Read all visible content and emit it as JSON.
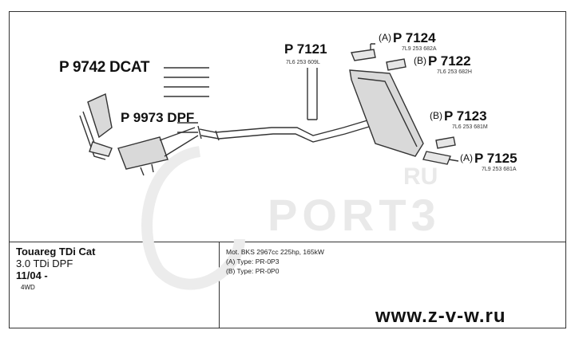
{
  "parts": {
    "p9742": {
      "number": "P 9742 DCAT"
    },
    "p9973": {
      "number": "P 9973 DPF"
    },
    "p7121": {
      "number": "P 7121",
      "ref": "7L6 253 609L"
    },
    "p7124": {
      "prefix": "(A)",
      "number": "P 7124",
      "ref": "7L9 253 682A"
    },
    "p7122": {
      "prefix": "(B)",
      "number": "P 7122",
      "ref": "7L6 253 682H"
    },
    "p7123": {
      "prefix": "(B)",
      "number": "P 7123",
      "ref": "7L6 253 681M"
    },
    "p7125": {
      "prefix": "(A)",
      "number": "P 7125",
      "ref": "7L9 253 681A"
    }
  },
  "vehicle": {
    "model": "Touareg TDi Cat",
    "engine": "3.0 TDi DPF",
    "date": "11/04 -",
    "drive": "4WD"
  },
  "engine_info": {
    "line1": "Mot. BKS 2967cc 225hp, 165kW",
    "line2": "(A) Type: PR-0P3",
    "line3": "(B) Type: PR-0P0"
  },
  "watermark": {
    "text": "PORT3",
    "suffix": "RU"
  },
  "website": "www.z-v-w.ru",
  "colors": {
    "line": "#333333",
    "part_fill": "#d9d9d9",
    "watermark": "#e9e9e9"
  }
}
